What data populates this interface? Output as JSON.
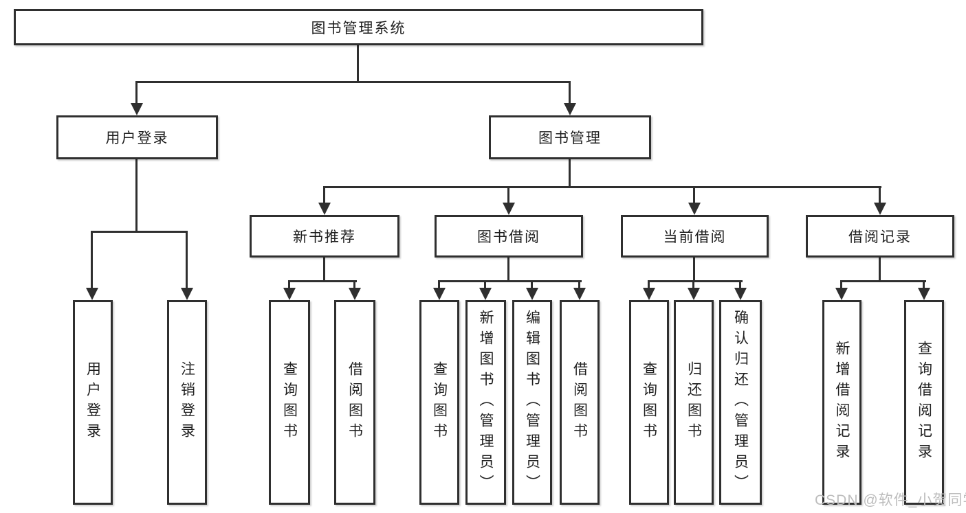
{
  "diagram": {
    "title": "图书管理系统",
    "type": "hierarchy-diagram",
    "colors": {
      "line": "#2f2f2f",
      "box_border": "#2f2f2f",
      "box_fill": "#ffffff",
      "text": "#1f1f1f",
      "watermark": "#bdbdbd"
    },
    "tree": {
      "root": "图书管理系统",
      "level2": [
        {
          "label": "用户登录",
          "children": [
            "用户登录",
            "注销登录"
          ]
        },
        {
          "label": "图书管理"
        }
      ],
      "level3": [
        {
          "label": "新书推荐",
          "children": [
            "查询图书",
            "借阅图书"
          ]
        },
        {
          "label": "图书借阅",
          "children": [
            "查询图书",
            "新增图书（管理员）",
            "编辑图书（管理员）",
            "借阅图书"
          ]
        },
        {
          "label": "当前借阅",
          "children": [
            "查询图书",
            "归还图书",
            "确认归还（管理员）"
          ]
        },
        {
          "label": "借阅记录",
          "children": [
            "新增借阅记录",
            "查询借阅记录"
          ]
        }
      ]
    },
    "watermark": "CSDN @软件_小贺同学"
  }
}
